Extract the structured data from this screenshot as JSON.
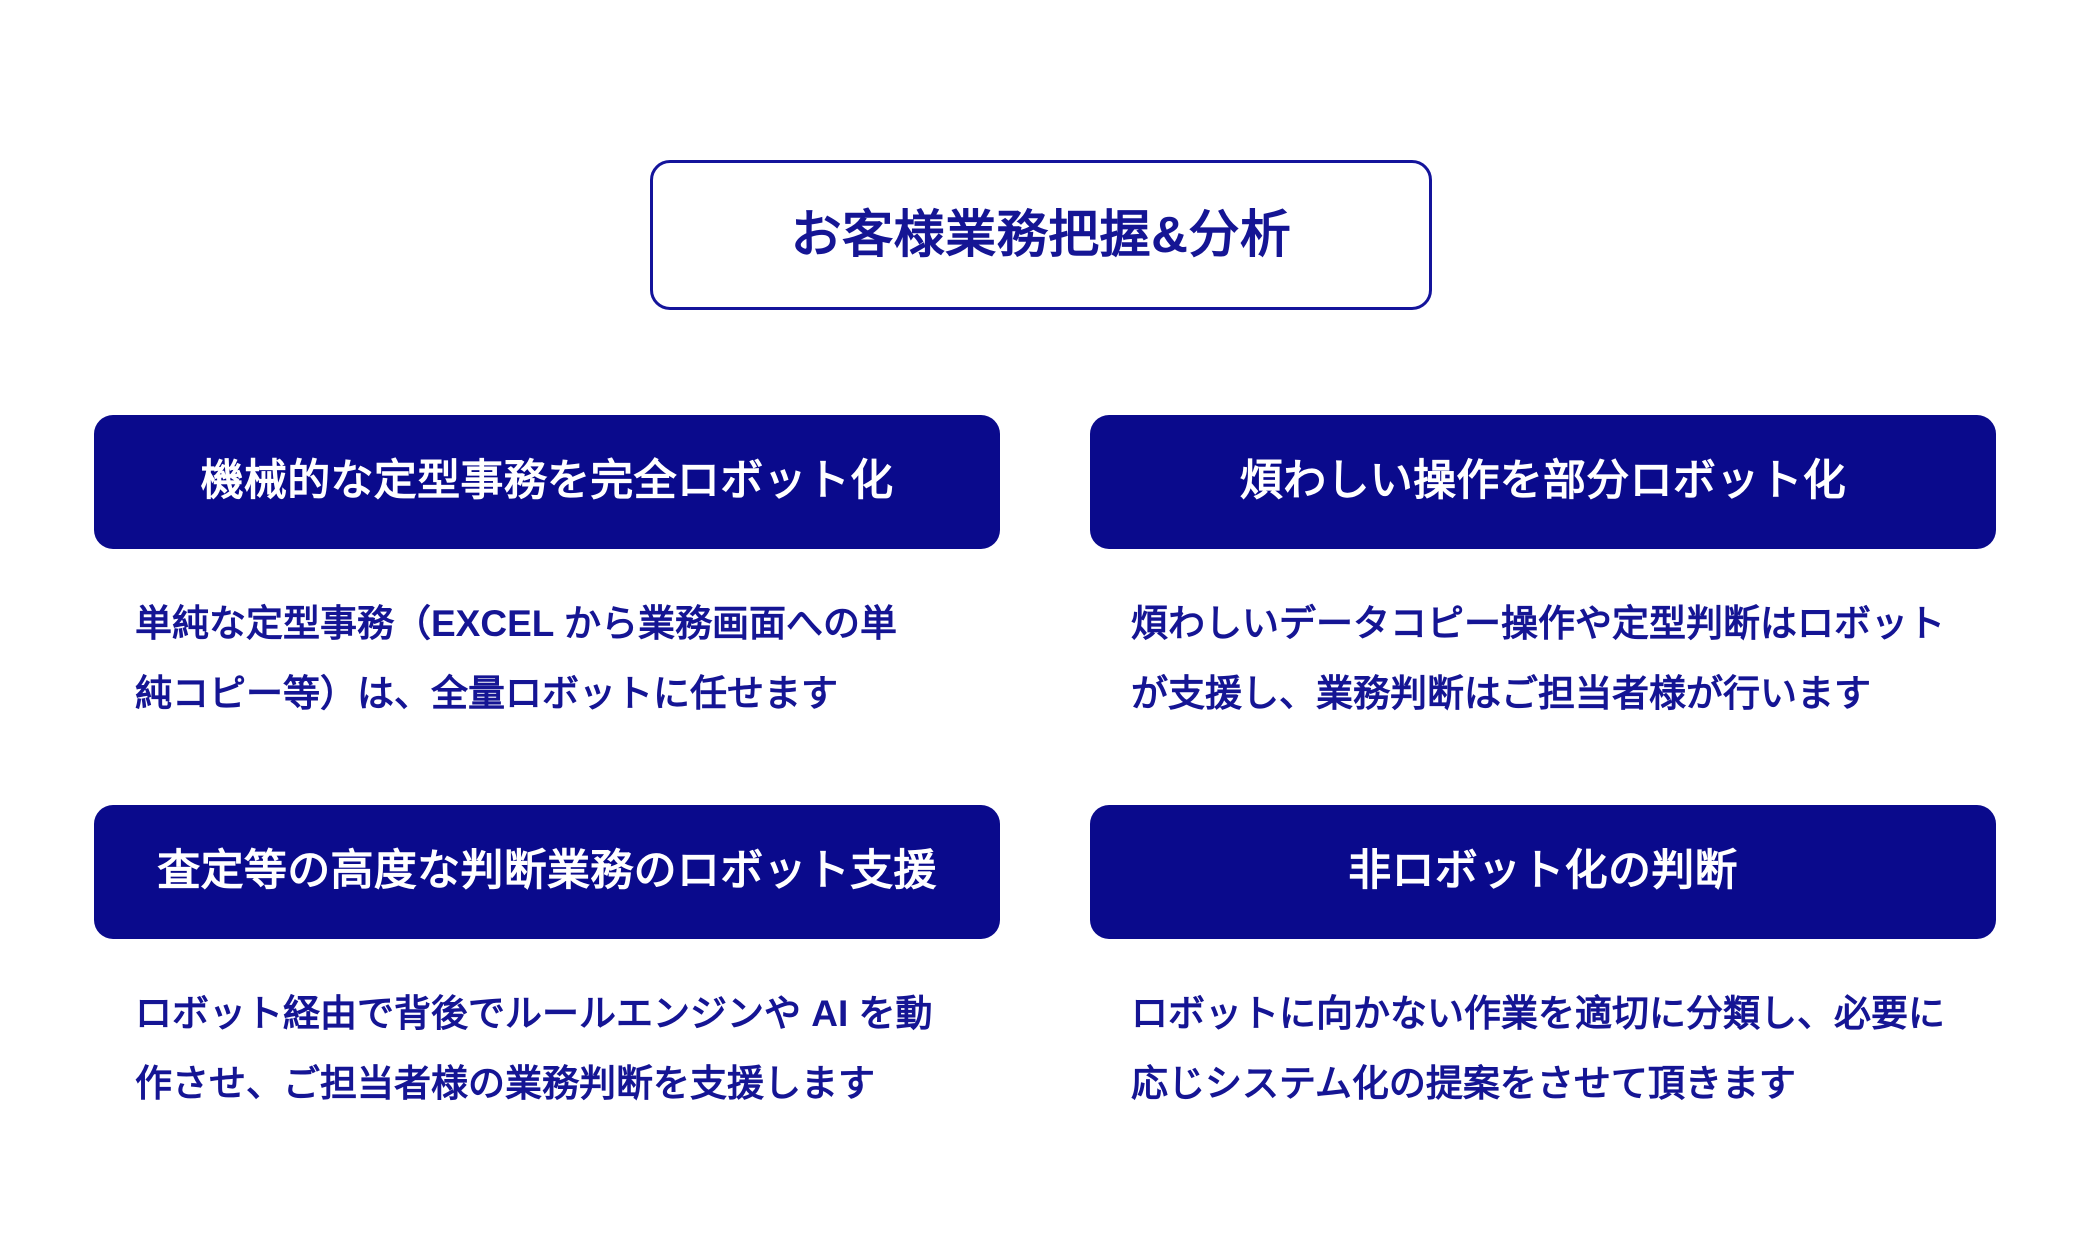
{
  "page": {
    "background_color": "#ffffff",
    "accent_navy": "#0A0A8C",
    "text_navy": "#151594",
    "text_white": "#ffffff"
  },
  "title": {
    "label": "お客様業務把握&分析"
  },
  "quadrants": [
    {
      "id": "full-robotization",
      "header": "機械的な定型事務を完全ロボット化",
      "body_lines": [
        "単純な定型事務（EXCEL から業務画面への単",
        "純コピー等）は、全量ロボットに任せます"
      ]
    },
    {
      "id": "partial-robotization",
      "header": "煩わしい操作を部分ロボット化",
      "body_lines": [
        "煩わしいデータコピー操作や定型判断はロボット",
        "が支援し、業務判断はご担当者様が行います"
      ]
    },
    {
      "id": "advanced-judgement-support",
      "header": "査定等の高度な判断業務のロボット支援",
      "body_lines": [
        "ロボット経由で背後でルールエンジンや AI を動",
        "作させ、ご担当者様の業務判断を支援します"
      ]
    },
    {
      "id": "non-robotization-judgement",
      "header": "非ロボット化の判断",
      "body_lines": [
        "ロボットに向かない作業を適切に分類し、必要に",
        "応じシステム化の提案をさせて頂きます"
      ]
    }
  ]
}
